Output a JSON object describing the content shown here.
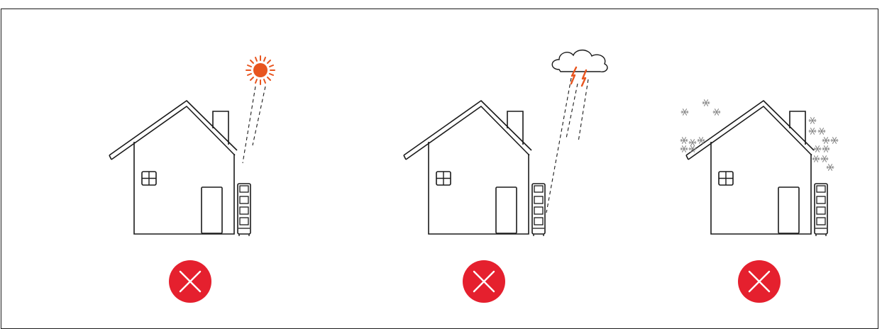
{
  "panels": [
    {
      "id": "sun",
      "weather": "sunny",
      "weather_icon": "sun-icon",
      "verdict_icon": "prohibited-x-icon"
    },
    {
      "id": "rain",
      "weather": "rain-lightning",
      "weather_icon": "storm-cloud-icon",
      "verdict_icon": "prohibited-x-icon"
    },
    {
      "id": "snow",
      "weather": "snow",
      "weather_icon": "snowflake-icon",
      "verdict_icon": "prohibited-x-icon"
    }
  ],
  "colors": {
    "line": "#1a1a1a",
    "sun": "#e8551f",
    "lightning": "#e8551f",
    "snow": "#8a8a8a",
    "verdict": "#e5202e"
  }
}
